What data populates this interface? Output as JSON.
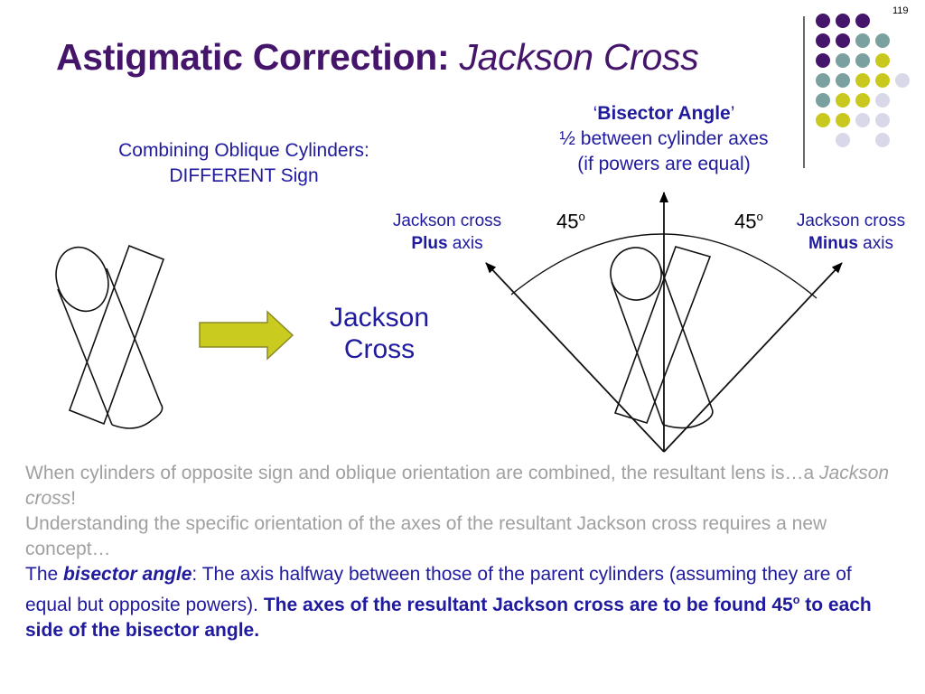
{
  "slide_number": "119",
  "title": {
    "main": "Astigmatic Correction: ",
    "italic": "Jackson Cross"
  },
  "bisector_caption": {
    "open_quote": "‘",
    "term": "Bisector Angle",
    "close_quote": "’",
    "line2": "½ between cylinder axes",
    "line3": "(if powers are equal)"
  },
  "combining_caption": {
    "line1": "Combining Oblique Cylinders:",
    "line2": "DIFFERENT Sign"
  },
  "plus_label": {
    "line1": "Jackson cross",
    "bold": "Plus",
    "rest": " axis"
  },
  "minus_label": {
    "line1": "Jackson cross",
    "bold": "Minus",
    "rest": " axis"
  },
  "angle": {
    "value": "45",
    "unit": "o"
  },
  "jackson_center": {
    "line1": "Jackson",
    "line2": "Cross"
  },
  "body": {
    "grey1": "When cylinders of opposite sign and oblique orientation are combined, the resultant lens is…a ",
    "grey1_italic": "Jackson cross",
    "grey1_end": "!",
    "grey2": "Understanding the specific orientation of the axes of the resultant Jackson cross requires a new concept…",
    "p3_a": "The ",
    "p3_term": "bisector angle",
    "p3_b": ": The axis halfway between those of the parent cylinders (assuming they are of equal but opposite powers). ",
    "p3_bold": "The axes of the resultant Jackson cross are to be found 45",
    "p3_sup": "o",
    "p3_end": " to each side of the bisector angle."
  },
  "colors": {
    "title": "#45156b",
    "text_blue": "#1f1a9e",
    "text_grey": "#a0a0a0",
    "arrow_fill": "#c9cc1f",
    "dot_purple": "#45156b",
    "dot_teal": "#7ba0a0",
    "dot_yellow": "#c9c81e",
    "dot_lavender": "#d8d8e8"
  },
  "icons": [
    "right-arrow-icon",
    "decorative-dot-grid"
  ]
}
